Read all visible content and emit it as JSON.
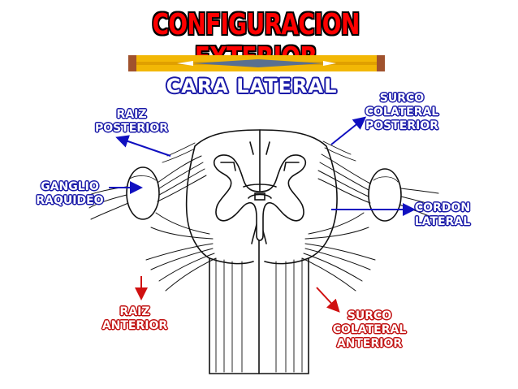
{
  "title": "CONFIGURACION EXTERIOR",
  "subtitle": "CARA LATERAL",
  "labels": {
    "raiz_posterior": [
      "RAIZ",
      "POSTERIOR"
    ],
    "ganglio_raquideo": [
      "GANGLIO",
      "RAQUIDEO"
    ],
    "raiz_anterior": [
      "RAIZ",
      "ANTERIOR"
    ],
    "surco_colateral_posterior": [
      "SURCO",
      "COLATERAL",
      "POSTERIOR"
    ],
    "cordon_lateral": [
      "CORDON",
      "LATERAL"
    ],
    "surco_colateral_anterior": [
      "SURCO",
      "COLATERAL",
      "ANTERIOR"
    ]
  },
  "colors": {
    "title_fill": "#ff0000",
    "label_blue": "#1a1aa8",
    "label_red": "#c01010",
    "arrow_blue": "#1010c0",
    "arrow_red": "#d01010",
    "bar_gold": "#f2b705",
    "bar_brown": "#a0522d"
  }
}
